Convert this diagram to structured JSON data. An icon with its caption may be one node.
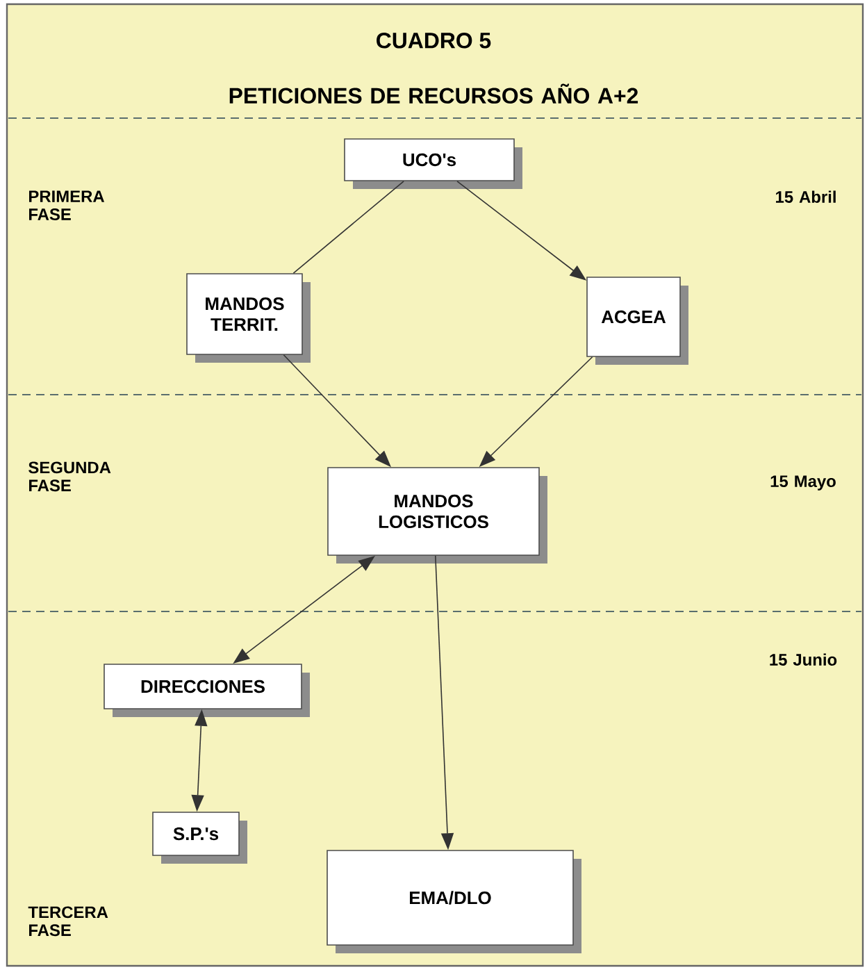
{
  "diagram": {
    "title": "CUADRO 5",
    "nodes": [
      {
        "text": [
          "UCO's"
        ]
      },
      {
        "text": [
          "MANDOS TERRIT."
        ]
      },
      {
        "text": [
          "ACGEA"
        ]
      },
      {
        "text": [
          "MANDOS LOGISTICOS"
        ]
      },
      {
        "text": [
          "DIRECCIONES"
        ]
      },
      {
        "text": [
          "S.P.'s"
        ]
      },
      {
        "text": [
          "EMA/DLO"
        ]
      }
    ],
    "edges": [
      {
        "from": 0,
        "to": 1,
        "arrow": "none"
      },
      {
        "from": 0,
        "to": 2,
        "arrow": "to"
      },
      {
        "from": 1,
        "to": 3,
        "arrow": "to"
      },
      {
        "from": 2,
        "to": 3,
        "arrow": "to"
      },
      {
        "from": 3,
        "to": 4,
        "arrow": "both"
      },
      {
        "from": 4,
        "to": 5,
        "arrow": "both"
      },
      {
        "from": 3,
        "to": 6,
        "arrow": "to"
      }
    ],
    "labels": [
      "PETICIONES DE RECURSOS AÑO A+2",
      "PRIMERA FASE",
      "15 Abril",
      "SEGUNDA FASE",
      "15 Mayo",
      "15 Junio",
      "TERCERA FASE"
    ]
  }
}
